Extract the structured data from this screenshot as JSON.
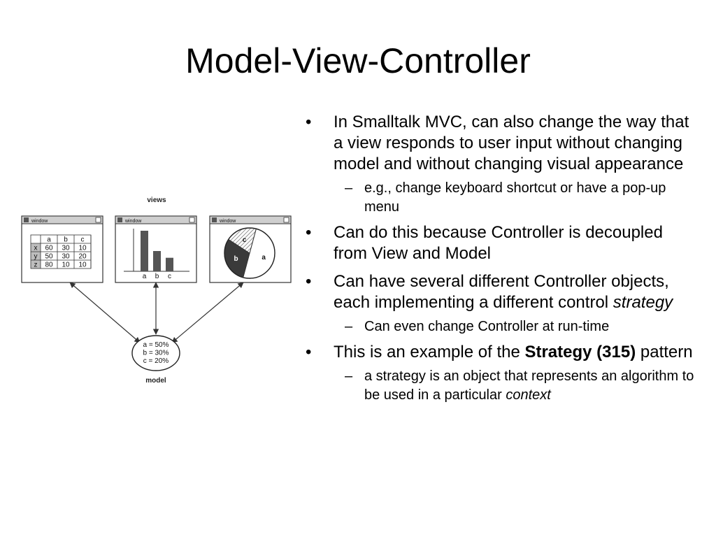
{
  "slide": {
    "title": "Model-View-Controller"
  },
  "bullets": [
    {
      "level": 1,
      "segments": [
        {
          "text": "In Smalltalk MVC, can also change the way that a view responds to user input without changing model and without changing visual appearance"
        }
      ]
    },
    {
      "level": 2,
      "segments": [
        {
          "text": "e.g., change keyboard shortcut or have a pop-up menu"
        }
      ]
    },
    {
      "level": 1,
      "segments": [
        {
          "text": "Can do this because Controller is decoupled from View and Model"
        }
      ]
    },
    {
      "level": 1,
      "segments": [
        {
          "text": "Can have several different Controller objects, each implementing a different control "
        },
        {
          "text": "strategy",
          "style": "italic"
        }
      ]
    },
    {
      "level": 2,
      "segments": [
        {
          "text": "Can even change Controller at run-time"
        }
      ]
    },
    {
      "level": 1,
      "segments": [
        {
          "text": "This is an example of the "
        },
        {
          "text": "Strategy (315)",
          "style": "bold"
        },
        {
          "text": " pattern"
        }
      ]
    },
    {
      "level": 2,
      "segments": [
        {
          "text": "a strategy is an object that represents an algorithm to be used in a particular "
        },
        {
          "text": "context",
          "style": "italic"
        }
      ]
    }
  ],
  "diagram": {
    "views_label": "views",
    "model_label": "model",
    "window_label": "window",
    "table": {
      "columns": [
        "a",
        "b",
        "c"
      ],
      "rows": [
        {
          "label": "x",
          "values": [
            "60",
            "30",
            "10"
          ]
        },
        {
          "label": "y",
          "values": [
            "50",
            "30",
            "20"
          ]
        },
        {
          "label": "z",
          "values": [
            "80",
            "10",
            "10"
          ]
        }
      ]
    },
    "bar_chart": {
      "categories": [
        "a",
        "b",
        "c"
      ],
      "values": [
        60,
        30,
        20
      ]
    },
    "pie_chart": {
      "slices": [
        {
          "label": "a",
          "value": 50
        },
        {
          "label": "b",
          "value": 30
        },
        {
          "label": "c",
          "value": 20
        }
      ]
    },
    "model_values": [
      "a = 50%",
      "b = 30%",
      "c = 20%"
    ]
  }
}
